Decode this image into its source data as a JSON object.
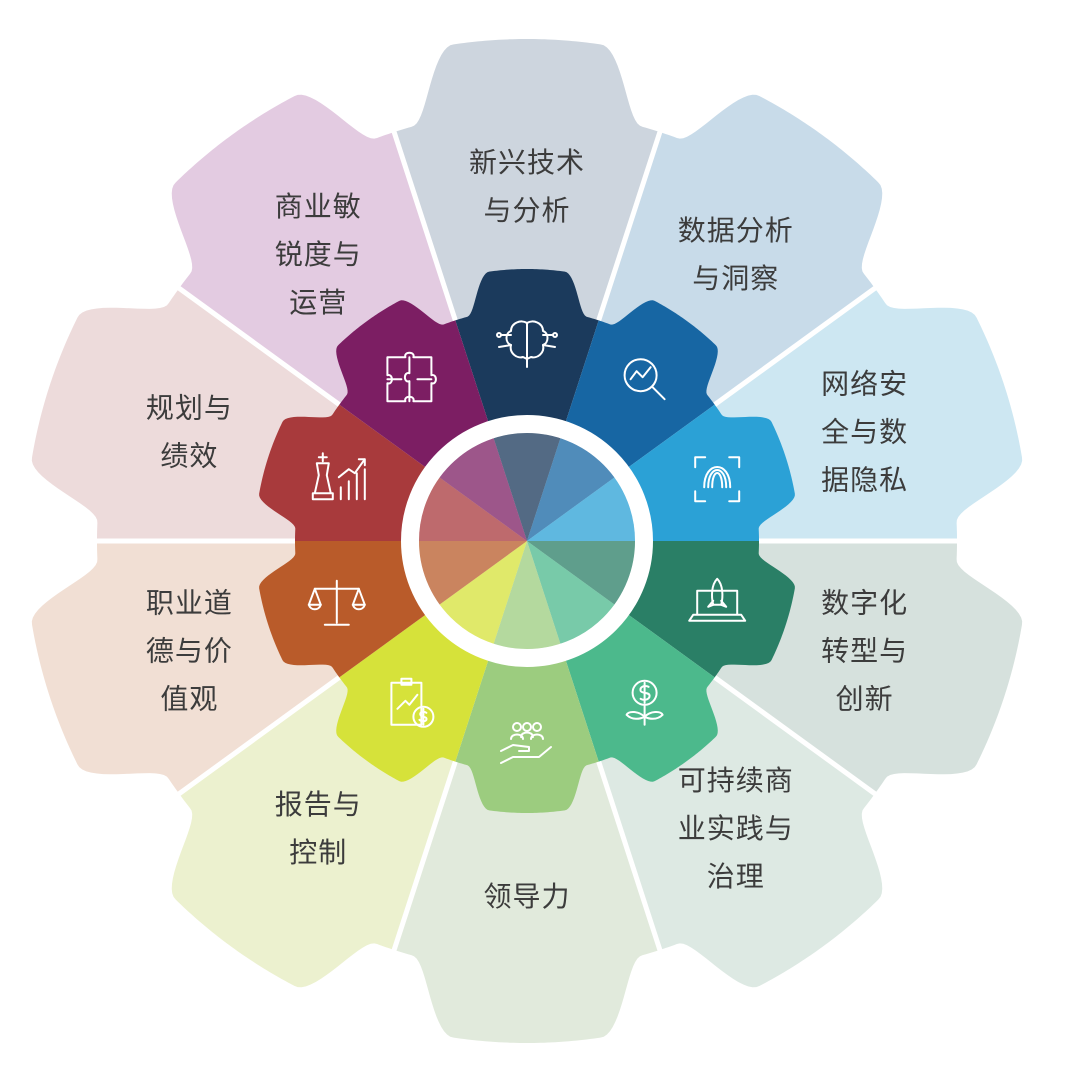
{
  "segments": [
    {
      "id": "emerging-tech",
      "label_lines": [
        "新兴技术",
        "与分析"
      ],
      "outer_color": "#cdd5de",
      "inner_color": "#1b3a5c",
      "icon": "brain-circuit-icon"
    },
    {
      "id": "data-analytics",
      "label_lines": [
        "数据分析",
        "与洞察"
      ],
      "outer_color": "#c8dbe9",
      "inner_color": "#1766a3",
      "icon": "magnifier-chart-icon"
    },
    {
      "id": "cybersecurity",
      "label_lines": [
        "网络安",
        "全与数",
        "据隐私"
      ],
      "outer_color": "#cde7f2",
      "inner_color": "#2ba1d6",
      "icon": "fingerprint-icon"
    },
    {
      "id": "digital-transformation",
      "label_lines": [
        "数字化",
        "转型与",
        "创新"
      ],
      "outer_color": "#d6e1dd",
      "inner_color": "#2a7f66",
      "icon": "rocket-laptop-icon"
    },
    {
      "id": "sustainability",
      "label_lines": [
        "可持续商",
        "业实践与",
        "治理"
      ],
      "outer_color": "#dde9e3",
      "inner_color": "#4cb98c",
      "icon": "dollar-plant-icon"
    },
    {
      "id": "leadership",
      "label_lines": [
        "领导力"
      ],
      "outer_color": "#e1eadc",
      "inner_color": "#9ccc7f",
      "icon": "people-hand-icon"
    },
    {
      "id": "reporting-control",
      "label_lines": [
        "报告与",
        "控制"
      ],
      "outer_color": "#ecf1cf",
      "inner_color": "#d6e23a",
      "icon": "clipboard-dollar-icon"
    },
    {
      "id": "ethics",
      "label_lines": [
        "职业道",
        "德与价",
        "值观"
      ],
      "outer_color": "#f1dfd4",
      "inner_color": "#b95b2a",
      "icon": "scales-icon"
    },
    {
      "id": "planning",
      "label_lines": [
        "规划与",
        "绩效"
      ],
      "outer_color": "#eddbdb",
      "inner_color": "#a83a3c",
      "icon": "chess-chart-icon"
    },
    {
      "id": "business-acumen",
      "label_lines": [
        "商业敏",
        "锐度与",
        "运营"
      ],
      "outer_color": "#e3cbe1",
      "inner_color": "#7c1e63",
      "icon": "puzzle-icon"
    }
  ],
  "center_ring_color": "#ffffff"
}
